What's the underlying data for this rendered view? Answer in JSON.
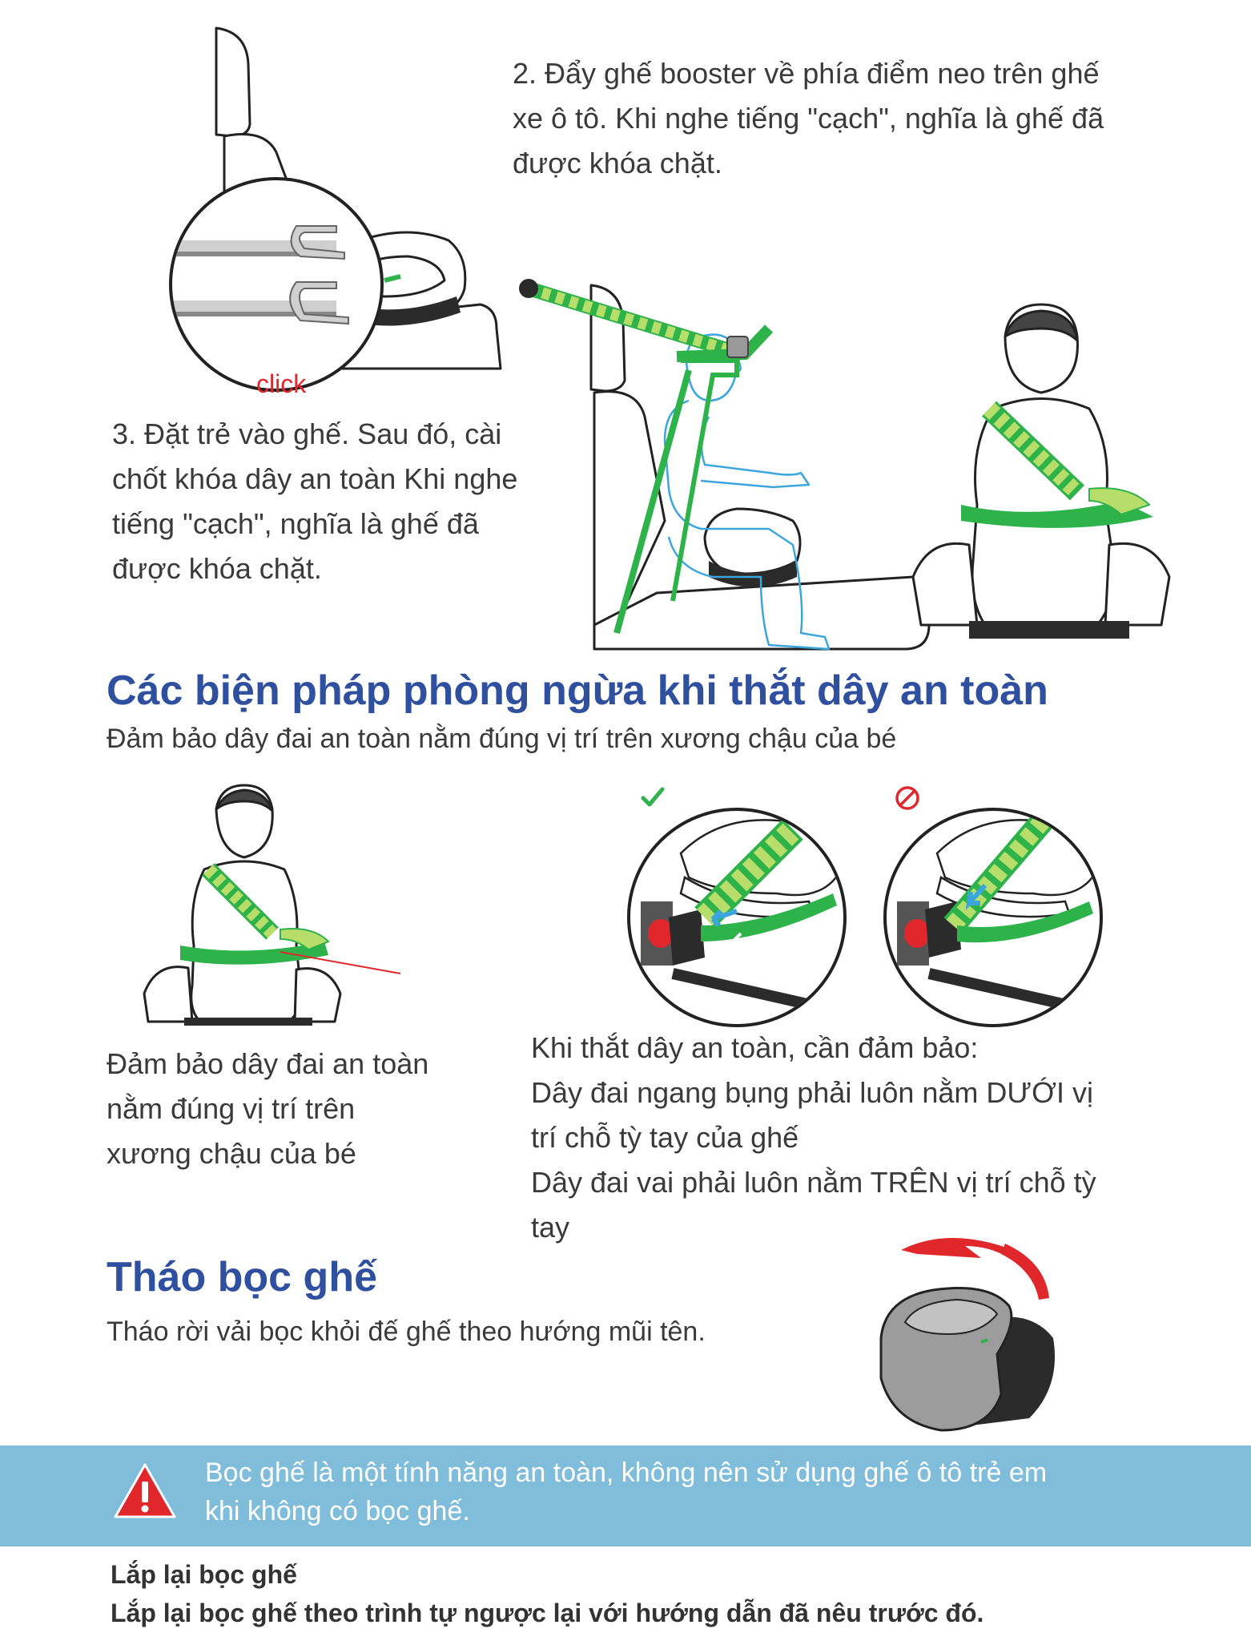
{
  "step2": {
    "lines": [
      "2. Đẩy ghế booster về phía điểm neo trên ghế",
      "xe ô tô. Khi nghe tiếng \"cạch\", nghĩa là ghế đã",
      "được khóa chặt."
    ],
    "click_label": "click"
  },
  "step3": {
    "lines": [
      "3. Đặt trẻ vào ghế. Sau đó, cài",
      "chốt khóa dây an toàn Khi nghe",
      "tiếng \"cạch\", nghĩa là ghế đã",
      "được khóa chặt."
    ]
  },
  "belt_section": {
    "heading": "Các biện pháp phòng ngừa khi thắt dây an toàn",
    "subtitle": "Đảm bảo dây đai an toàn nằm đúng vị trí trên xương chậu của bé",
    "left_caption": [
      "Đảm bảo dây đai an toàn",
      "nằm đúng vị trí trên",
      "xương chậu của bé"
    ],
    "right_caption": [
      "Khi thắt dây an toàn, cần đảm bảo:",
      "Dây đai ngang bụng phải luôn nằm DƯỚI vị",
      "trí chỗ tỳ tay của ghế",
      "Dây đai vai phải luôn nằm TRÊN vị trí chỗ tỳ",
      "tay"
    ],
    "correct_icon": "check-icon",
    "wrong_icon": "no-entry-icon"
  },
  "cover_section": {
    "heading": "Tháo bọc ghế",
    "subtitle": "Tháo rời vải bọc khỏi đế ghế theo hướng mũi tên."
  },
  "warning": {
    "icon": "warning-triangle-icon",
    "text_line1": "Bọc ghế là một tính năng an toàn, không nên sử dụng ghế ô tô trẻ em",
    "text_line2": "khi không có bọc ghế."
  },
  "reinstall": {
    "title": "Lắp lại bọc ghế",
    "text": "Lắp lại bọc ghế theo trình tự ngược lại với hướng dẫn đã nêu trước đó."
  },
  "colors": {
    "heading": "#2f4f9f",
    "belt_green": "#2db34a",
    "belt_light": "#b7dd6a",
    "warning_bar": "#7fbddb",
    "warning_red": "#e0272b",
    "click_red": "#e0272b",
    "child_blue": "#3aa6dd"
  }
}
